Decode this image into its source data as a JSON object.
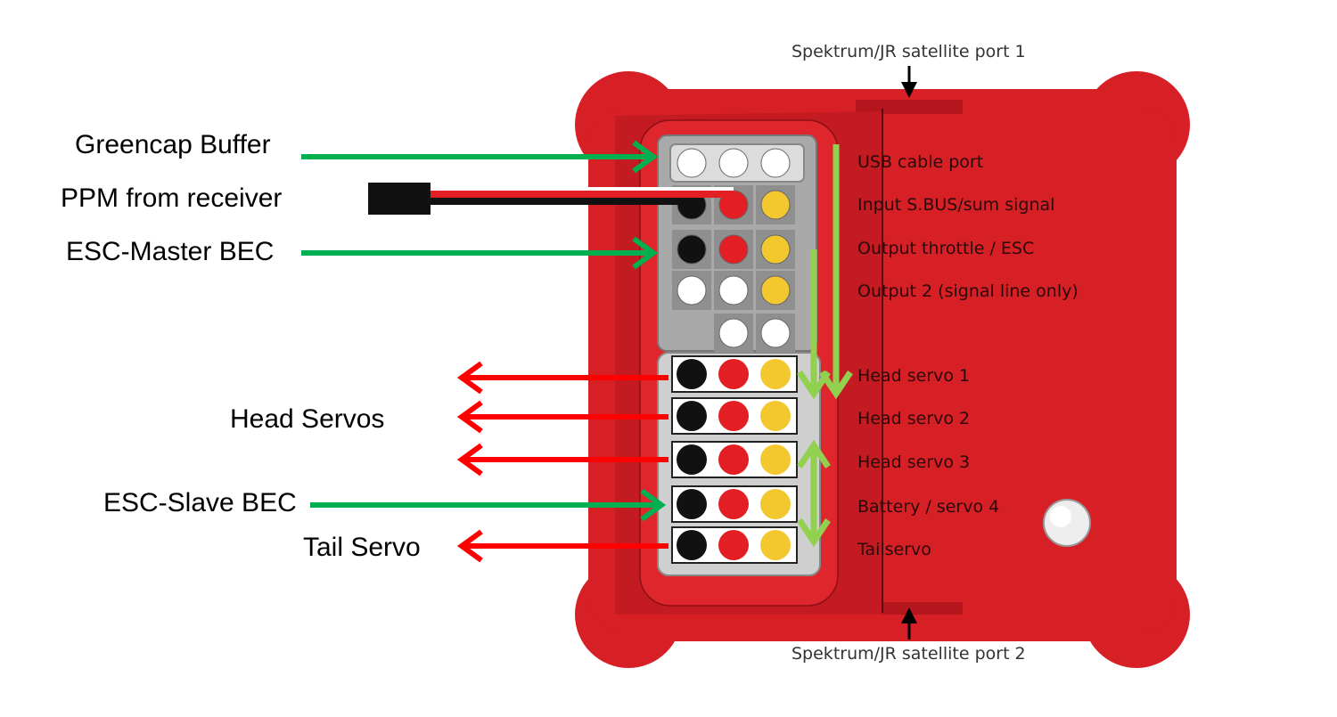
{
  "diagram": {
    "subject": "flybarless controller wiring",
    "satellite_ports": {
      "top": "Spektrum/JR satellite port 1",
      "bottom": "Spektrum/JR satellite port 2"
    },
    "device_port_labels": [
      "USB cable port",
      "Input S.BUS/sum signal",
      "Output throttle / ESC",
      "Output 2 (signal line only)",
      "Head servo 1",
      "Head servo 2",
      "Head servo 3",
      "Battery / servo 4",
      "Tailservo"
    ],
    "connections": [
      {
        "label": "Greencap Buffer",
        "direction": "in",
        "color": "#00b050"
      },
      {
        "label": "PPM from receiver",
        "direction": "in",
        "color": "#000000"
      },
      {
        "label": "ESC-Master BEC",
        "direction": "in",
        "color": "#00b050"
      },
      {
        "label": "Head Servos",
        "direction": "out",
        "color": "#ff0000"
      },
      {
        "label": "ESC-Slave BEC",
        "direction": "in",
        "color": "#00b050"
      },
      {
        "label": "Tail Servo",
        "direction": "out",
        "color": "#ff0000"
      }
    ],
    "colors": {
      "device_red": "#d71f26",
      "device_dark_red": "#b5161d",
      "input_arrow": "#00b050",
      "output_arrow": "#ff0000",
      "power_flow_arrow": "#92d050",
      "pin_black": "#111111",
      "pin_red": "#e31e24",
      "pin_yellow": "#f2c82e",
      "pin_white": "#ffffff"
    }
  }
}
